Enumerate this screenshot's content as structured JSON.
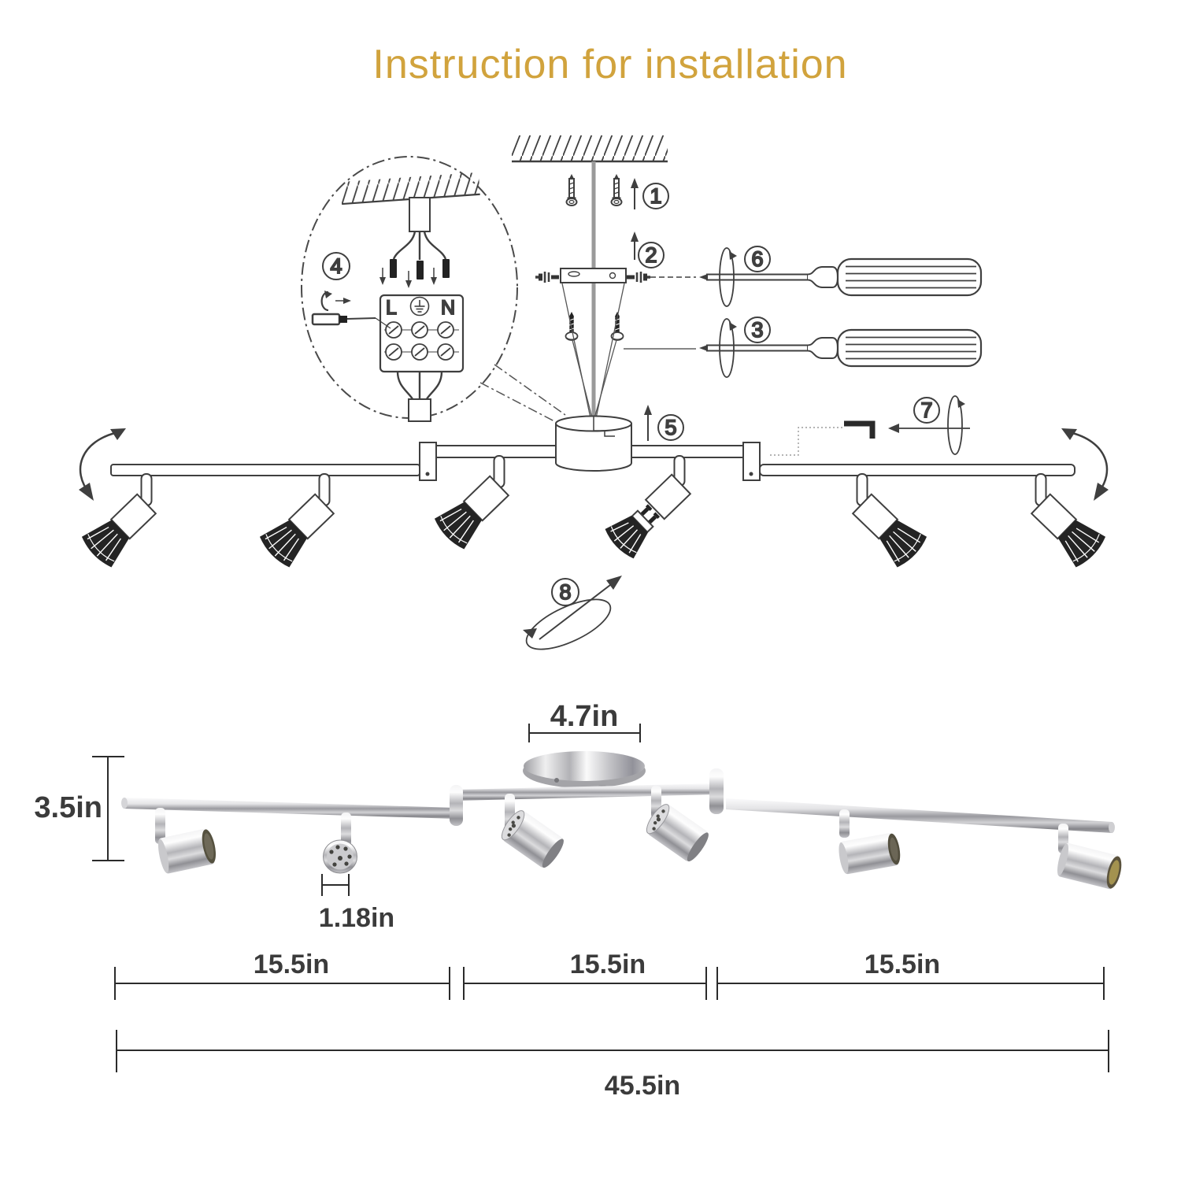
{
  "title": "Instruction for installation",
  "colors": {
    "title_gold": "#d1a33d",
    "diagram_line": "#3f3f3f",
    "dimension_line": "#2b2b2b",
    "metal_dark_lens": "#55513f",
    "metal_gold_ring": "#a3924f"
  },
  "diagram": {
    "steps": [
      "1",
      "2",
      "3",
      "4",
      "5",
      "6",
      "7",
      "8"
    ],
    "terminal": {
      "live": "L",
      "neutral": "N"
    }
  },
  "dimensions": {
    "canopy_width": "4.7in",
    "fixture_height": "3.5in",
    "head_diameter": "1.18in",
    "segments": [
      "15.5in",
      "15.5in",
      "15.5in"
    ],
    "total_length": "45.5in"
  }
}
